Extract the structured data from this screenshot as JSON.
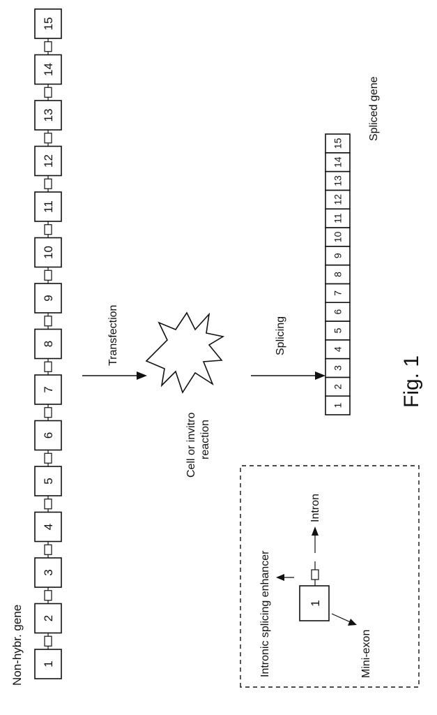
{
  "figure": {
    "label": "Fig. 1",
    "gene_label": "Non-hybr. gene",
    "exons": [
      "1",
      "2",
      "3",
      "4",
      "5",
      "6",
      "7",
      "8",
      "9",
      "10",
      "11",
      "12",
      "13",
      "14",
      "15"
    ],
    "transfection_label": "Transfection",
    "cell_label_line1": "Cell or invitro",
    "cell_label_line2": "reaction",
    "splicing_label": "Splicing",
    "spliced_exons": [
      "1",
      "2",
      "3",
      "4",
      "5",
      "6",
      "7",
      "8",
      "9",
      "10",
      "11",
      "12",
      "13",
      "14",
      "15"
    ],
    "spliced_label": "Spliced gene",
    "legend": {
      "exon": "1",
      "enhancer_label": "Intronic splicing enhancer",
      "intron_label": "Intron",
      "miniexon_label": "Mini-exon"
    }
  }
}
